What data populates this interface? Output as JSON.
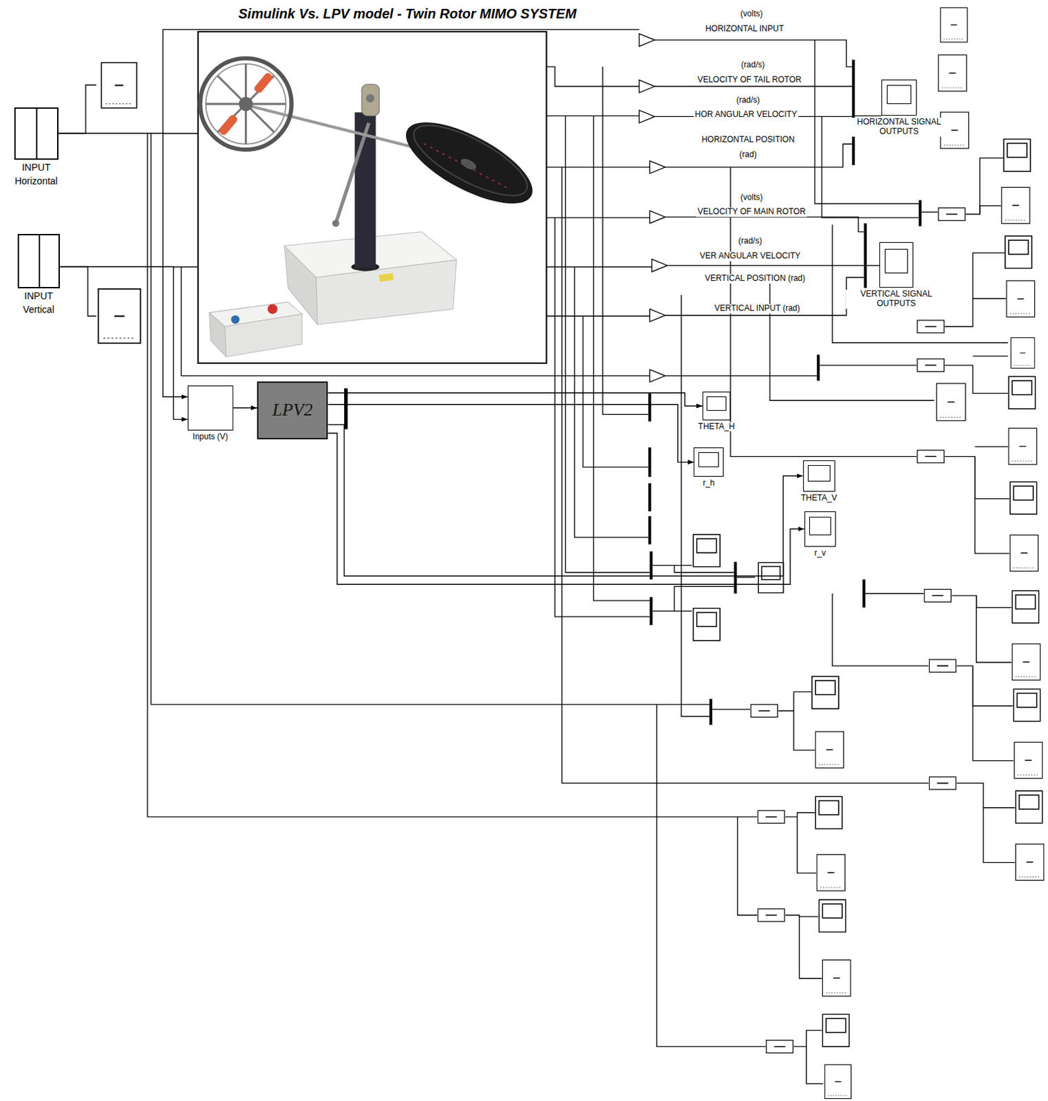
{
  "diagram": {
    "title": "Simulink Vs. LPV model - Twin Rotor MIMO SYSTEM",
    "nodes": [
      {
        "text": [
          "INPUT",
          "Horizontal"
        ]
      },
      {
        "text": [
          "INPUT",
          "Vertical"
        ]
      },
      {
        "text": [
          "Inputs (V)"
        ]
      },
      {
        "text": [
          "LPV2"
        ]
      },
      {
        "text": [
          "HORIZONTAL SIGNAL OUTPUTS"
        ]
      },
      {
        "text": [
          "VERTICAL SIGNAL OUTPUTS"
        ]
      },
      {
        "text": [
          "THETA_H"
        ]
      },
      {
        "text": [
          "r_h"
        ]
      },
      {
        "text": [
          "THETA_V"
        ]
      },
      {
        "text": [
          "r_v"
        ]
      }
    ],
    "edges": [
      {
        "from": 0,
        "to": 2,
        "arrow": "to"
      },
      {
        "from": 1,
        "to": 2,
        "arrow": "to"
      },
      {
        "from": 2,
        "to": 3,
        "arrow": "to"
      },
      {
        "from": 3,
        "to": 6,
        "arrow": "to"
      },
      {
        "from": 3,
        "to": 7,
        "arrow": "to"
      },
      {
        "from": 3,
        "to": 8,
        "arrow": "to"
      },
      {
        "from": 3,
        "to": 9,
        "arrow": "to"
      }
    ],
    "labels": [
      "(volts)",
      "HORIZONTAL INPUT",
      "(rad/s)",
      "VELOCITY OF TAIL ROTOR",
      "(rad/s)",
      "HOR ANGULAR VELOCITY",
      "HORIZONTAL POSITION",
      "(rad)",
      "(volts)",
      "VELOCITY OF MAIN ROTOR",
      "(rad/s)",
      "VER ANGULAR VELOCITY",
      "VERTICAL POSITION (rad)",
      "VERTICAL INPUT (rad)"
    ]
  }
}
